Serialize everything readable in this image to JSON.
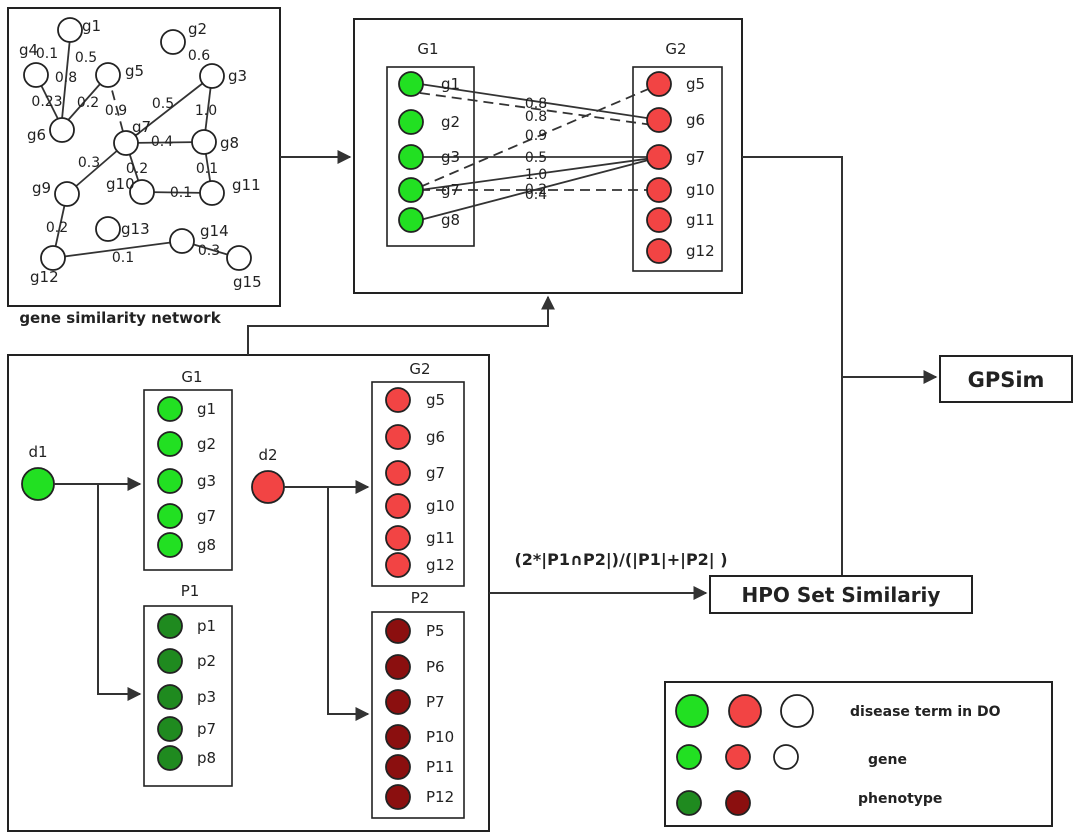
{
  "colors": {
    "gene_green": "#22e022",
    "gene_red": "#f24444",
    "phenotype_green": "#1f8a1f",
    "phenotype_red": "#8b0f0f",
    "node_white": "#ffffff",
    "line": "#333333"
  },
  "network": {
    "caption": "gene similarity network",
    "nodes": [
      "g1",
      "g2",
      "g3",
      "g4",
      "g5",
      "g6",
      "g7",
      "g8",
      "g9",
      "g10",
      "g11",
      "g12",
      "g13",
      "g14",
      "g15"
    ],
    "edge_weights": [
      "0.1",
      "0.5",
      "0.8",
      "0.2",
      "0.23",
      "0.6",
      "0.9",
      "0.5",
      "1.0",
      "0.4",
      "0.3",
      "0.2",
      "0.1",
      "0.1",
      "0.2",
      "0.1",
      "0.3"
    ]
  },
  "matching": {
    "g1_title": "G1",
    "g2_title": "G2",
    "left_genes": [
      "g1",
      "g2",
      "g3",
      "g7",
      "g8"
    ],
    "right_genes": [
      "g5",
      "g6",
      "g7",
      "g10",
      "g11",
      "g12"
    ],
    "weights": [
      "0.8",
      "0.8",
      "0.9",
      "0.5",
      "1.0",
      "0.2",
      "0.4"
    ]
  },
  "disease": {
    "d1": "d1",
    "d2": "d2",
    "g1_title": "G1",
    "g2_title": "G2",
    "p1_title": "P1",
    "p2_title": "P2",
    "g1_genes": [
      "g1",
      "g2",
      "g3",
      "g7",
      "g8"
    ],
    "g2_genes": [
      "g5",
      "g6",
      "g7",
      "g10",
      "g11",
      "g12"
    ],
    "p1_phenotypes": [
      "p1",
      "p2",
      "p3",
      "p7",
      "p8"
    ],
    "p2_phenotypes": [
      "P5",
      "P6",
      "P7",
      "P10",
      "P11",
      "P12"
    ]
  },
  "formula": "(2*|P1∩P2|)/(|P1|+|P2| )",
  "hpo_box": "HPO Set Similariy",
  "gpsim_box": "GPSim",
  "legend": {
    "disease_term": "disease term in DO",
    "gene": "gene",
    "phenotype": "phenotype"
  }
}
